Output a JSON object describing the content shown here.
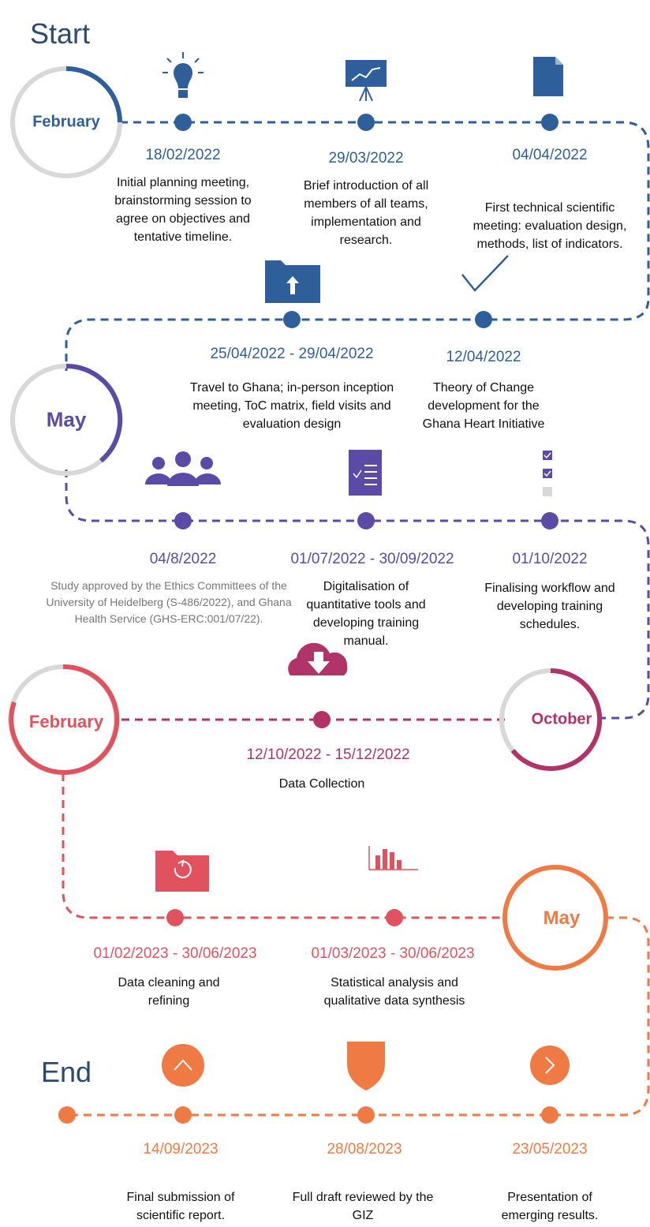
{
  "colors": {
    "blue": "#2e5f9a",
    "purple": "#5b4aa6",
    "crimson": "#b0336a",
    "red": "#e0525e",
    "orange": "#ef7a44",
    "ring_gray": "#d8d8d8"
  },
  "start_label": "Start",
  "end_label": "End",
  "months": {
    "feb_2022": "February",
    "may_2022": "May",
    "oct_2022": "October",
    "feb_2023": "February",
    "may_2023": "May"
  },
  "milestones": [
    {
      "id": "m1",
      "date": "18/02/2022",
      "text": "Initial planning meeting, brainstorming session to agree on objectives and tentative timeline.",
      "icon": "lightbulb-icon"
    },
    {
      "id": "m2",
      "date": "29/03/2022",
      "text": "Brief introduction of all members of all teams, implementation and research.",
      "icon": "presentation-board-icon"
    },
    {
      "id": "m3",
      "date": "04/04/2022",
      "text": "First technical scientific meeting: evaluation design, methods, list of indicators.",
      "icon": "document-icon"
    },
    {
      "id": "m4",
      "date": "12/04/2022",
      "text": "Theory of Change development for the Ghana Heart Initiative",
      "icon": "checkmark-icon"
    },
    {
      "id": "m5",
      "date": "25/04/2022 - 29/04/2022",
      "text": "Travel to Ghana; in-person inception meeting, ToC matrix, field visits and evaluation design",
      "icon": "folder-upload-icon"
    },
    {
      "id": "m6",
      "date": "04/8/2022",
      "text": "Study approved by the Ethics Committees of the University of Heidelberg (S-486/2022), and Ghana Health Service (GHS-ERC:001/07/22).",
      "icon": "people-group-icon"
    },
    {
      "id": "m7",
      "date": "01/07/2022 - 30/09/2022",
      "text": "Digitalisation of quantitative tools and developing training manual.",
      "icon": "notepad-checklist-icon"
    },
    {
      "id": "m8",
      "date": "01/10/2022",
      "text": "Finalising workflow and developing training schedules.",
      "icon": "checklist-icon"
    },
    {
      "id": "m9",
      "date": "12/10/2022 - 15/12/2022",
      "text": "Data Collection",
      "icon": "cloud-download-icon"
    },
    {
      "id": "m10",
      "date": "01/02/2023 - 30/06/2023",
      "text": "Data cleaning and refining",
      "icon": "folder-refresh-icon"
    },
    {
      "id": "m11",
      "date": "01/03/2023 - 30/06/2023",
      "text": "Statistical analysis and qualitative data synthesis",
      "icon": "bar-chart-icon"
    },
    {
      "id": "m12",
      "date": "23/05/2023",
      "text": "Presentation of emerging results.",
      "icon": "chevron-right-circle-icon"
    },
    {
      "id": "m13",
      "date": "28/08/2023",
      "text": "Full draft reviewed by the GIZ",
      "icon": "shield-icon"
    },
    {
      "id": "m14",
      "date": "14/09/2023",
      "text": "Final submission of scientific report.",
      "icon": "chevron-up-circle-icon"
    }
  ]
}
